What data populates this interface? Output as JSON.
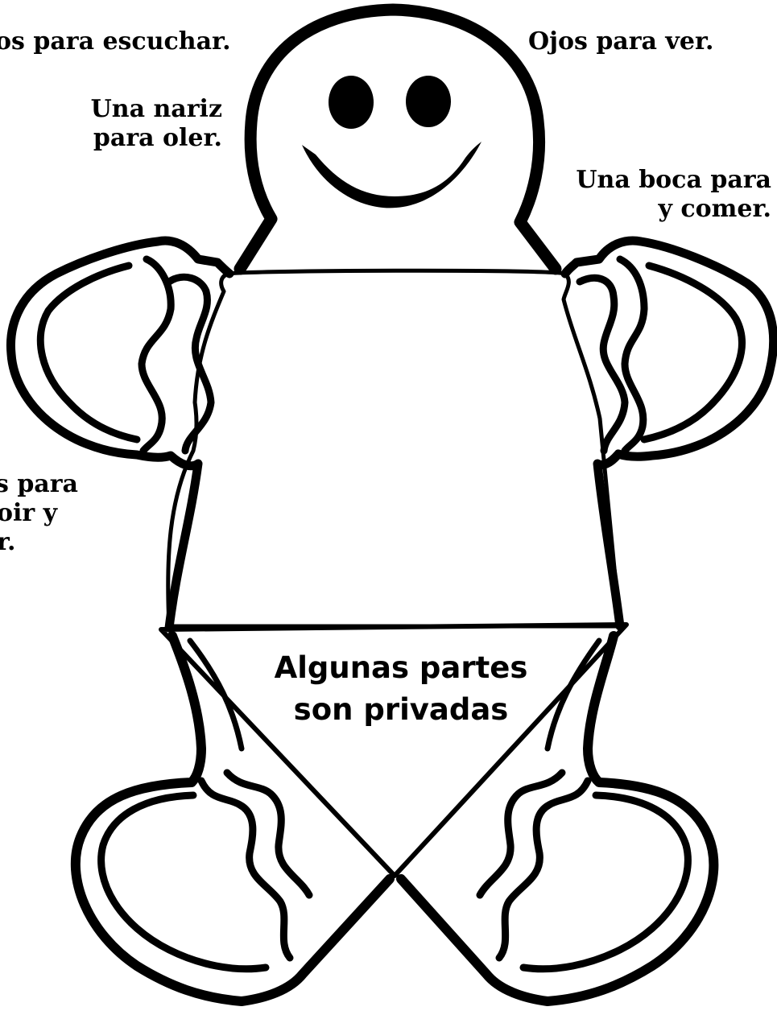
{
  "labels": {
    "ears": [
      "os para escuchar."
    ],
    "eyes": [
      "Ojos para ver."
    ],
    "nose": [
      "Una nariz",
      "para oler."
    ],
    "mouth": [
      "Una boca para",
      "y comer."
    ],
    "hands": [
      "s para",
      "oir y",
      "r."
    ],
    "private_parts": [
      "Algunas partes",
      "son privadas"
    ]
  },
  "colors": {
    "outline": "#000000",
    "background": "#ffffff"
  }
}
